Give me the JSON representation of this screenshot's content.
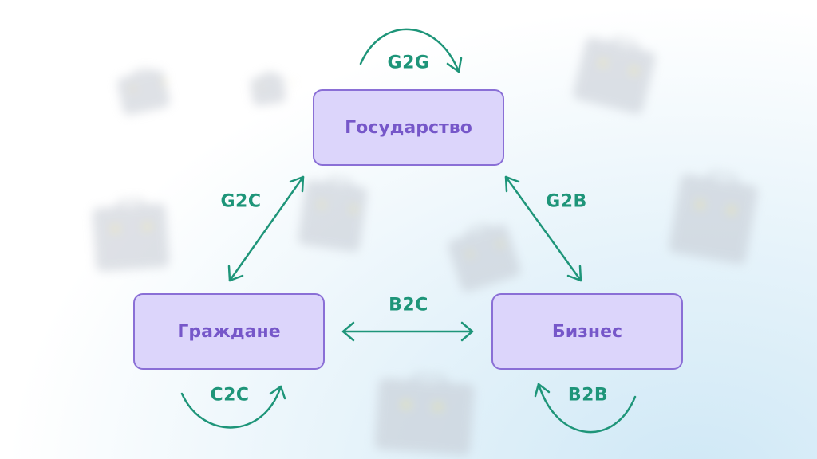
{
  "nodes": {
    "government": "Государство",
    "citizens": "Граждане",
    "business": "Бизнес"
  },
  "relations": {
    "g2g": "G2G",
    "g2c": "G2C",
    "g2b": "G2B",
    "b2c": "B2C",
    "c2c": "C2C",
    "b2b": "B2B"
  },
  "colors": {
    "node_fill": "#dcd5fb",
    "node_border": "#8a6fd6",
    "node_text": "#7657c9",
    "arrow": "#1e9579"
  },
  "decorations": [
    "briefcase-icon"
  ]
}
